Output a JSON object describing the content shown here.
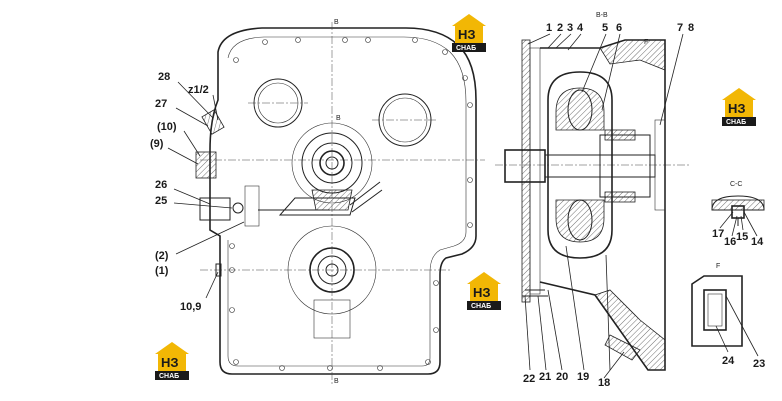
{
  "logo": {
    "mark": "НЗ",
    "text": "СНАБ",
    "accent": "#f2b705",
    "dark": "#1a1a1a"
  },
  "section_labels": {
    "bb": "B-B",
    "cc": "C-C",
    "f_view": "F",
    "f_small": "F",
    "b_top": "B",
    "b_bottom": "B",
    "b_mid": "B"
  },
  "callouts": [
    {
      "id": "c28",
      "text": "28"
    },
    {
      "id": "cz12",
      "text": "z1/2"
    },
    {
      "id": "c27",
      "text": "27"
    },
    {
      "id": "c10",
      "text": "(10)"
    },
    {
      "id": "c9",
      "text": "(9)"
    },
    {
      "id": "c26",
      "text": "26"
    },
    {
      "id": "c25",
      "text": "25"
    },
    {
      "id": "c2",
      "text": "(2)"
    },
    {
      "id": "c1",
      "text": "(1)"
    },
    {
      "id": "c109",
      "text": "10,9"
    },
    {
      "id": "c1r",
      "text": "1"
    },
    {
      "id": "c2r",
      "text": "2"
    },
    {
      "id": "c3r",
      "text": "3"
    },
    {
      "id": "c4r",
      "text": "4"
    },
    {
      "id": "c5r",
      "text": "5"
    },
    {
      "id": "c6r",
      "text": "6"
    },
    {
      "id": "c7r",
      "text": "7"
    },
    {
      "id": "c8r",
      "text": "8"
    },
    {
      "id": "c22",
      "text": "22"
    },
    {
      "id": "c21",
      "text": "21"
    },
    {
      "id": "c20",
      "text": "20"
    },
    {
      "id": "c19",
      "text": "19"
    },
    {
      "id": "c18",
      "text": "18"
    },
    {
      "id": "c17",
      "text": "17"
    },
    {
      "id": "c16",
      "text": "16"
    },
    {
      "id": "c15",
      "text": "15"
    },
    {
      "id": "c14",
      "text": "14"
    },
    {
      "id": "c24",
      "text": "24"
    },
    {
      "id": "c23",
      "text": "23"
    }
  ]
}
